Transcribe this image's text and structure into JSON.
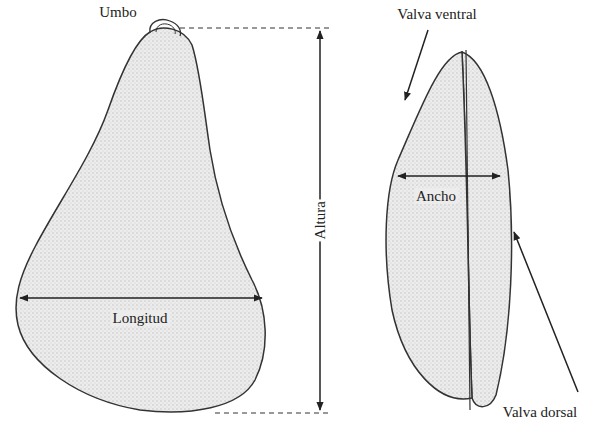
{
  "diagram": {
    "labels": [
      "Umbo",
      "Valva ventral",
      "Altura",
      "Ancho",
      "Longitud",
      "Valva dorsal"
    ]
  }
}
